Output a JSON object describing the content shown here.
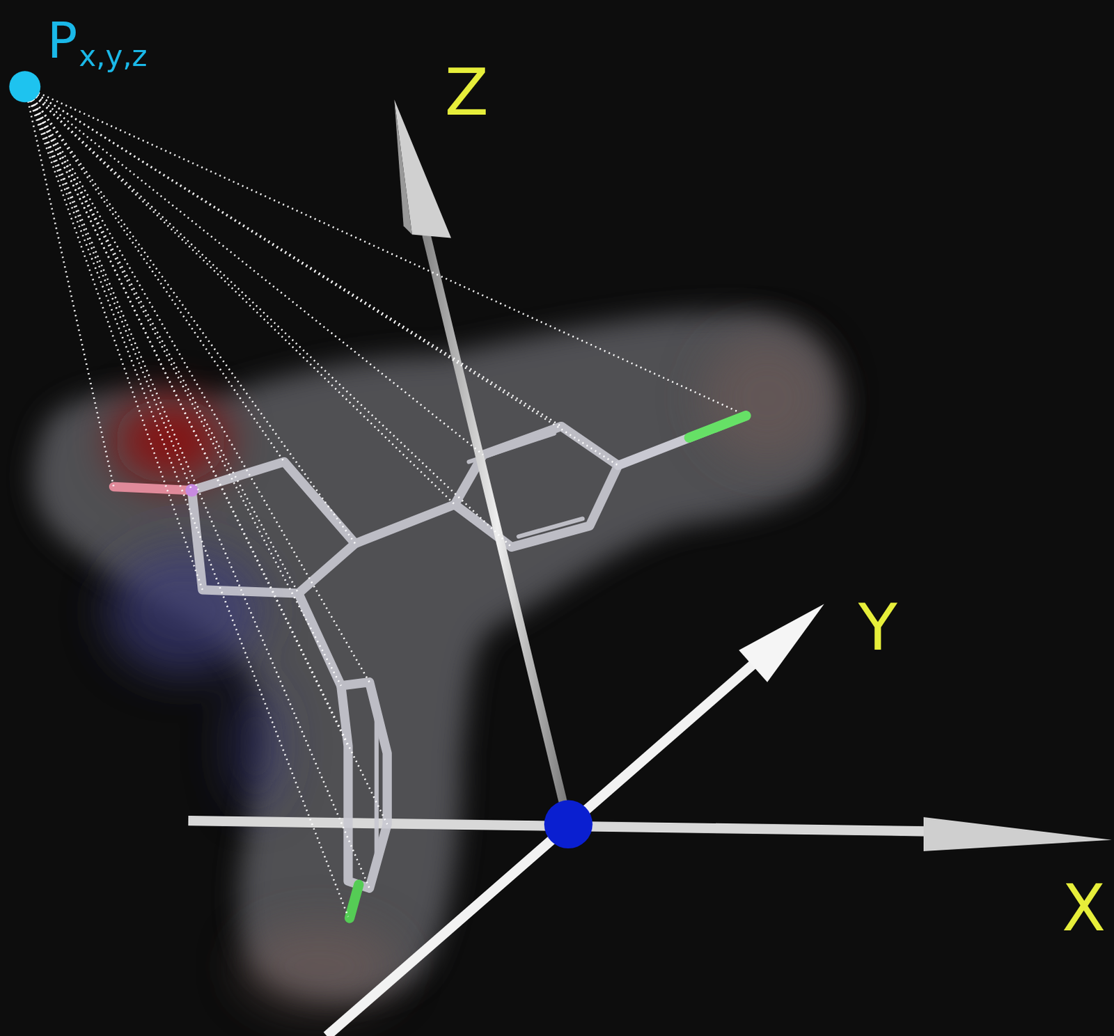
{
  "diagram": {
    "labels": [
      "P",
      "x,y,z",
      "Z",
      "Y",
      "X"
    ]
  }
}
